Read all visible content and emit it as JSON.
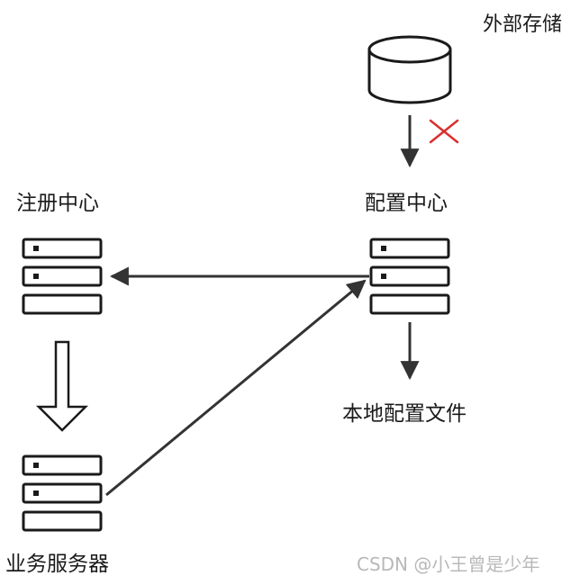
{
  "labels": {
    "external_storage": "外部存储",
    "registry_center": "注册中心",
    "config_center": "配置中心",
    "local_config_file": "本地配置文件",
    "business_server": "业务服务器"
  },
  "watermark": "CSDN @小王曾是少年",
  "colors": {
    "stroke": "#1a1a1a",
    "arrow": "#333333",
    "cross": "#d9302c",
    "watermark": "#b8b8b8"
  }
}
